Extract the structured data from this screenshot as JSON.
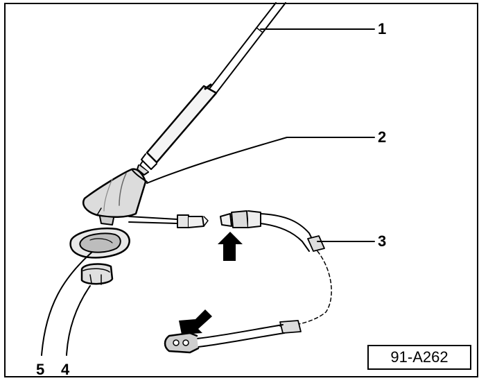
{
  "callouts": {
    "c1": "1",
    "c2": "2",
    "c3": "3",
    "c4": "4",
    "c5": "5"
  },
  "figure_id": "91-A262"
}
